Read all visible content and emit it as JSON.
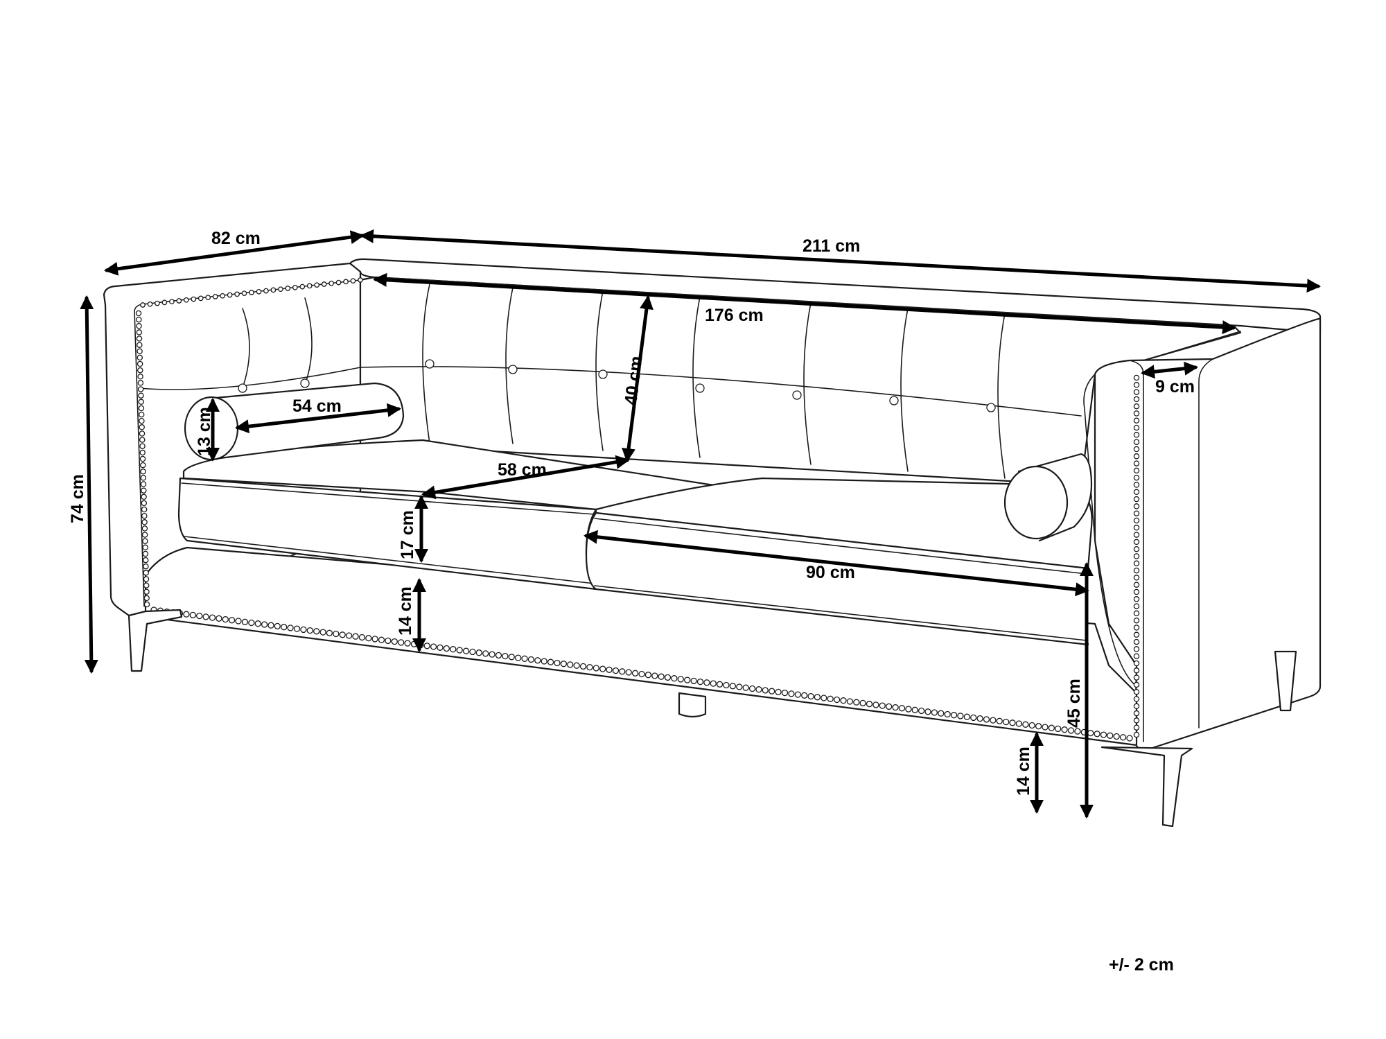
{
  "dimensions": {
    "depth": "82 cm",
    "width": "211 cm",
    "inner_width": "176 cm",
    "arm_width": "9 cm",
    "total_height": "74 cm",
    "bolster_length": "54 cm",
    "bolster_diameter": "13 cm",
    "backrest_height": "40 cm",
    "seat_depth": "58 cm",
    "cushion_height": "17 cm",
    "base_height_front": "14 cm",
    "cushion_width": "90 cm",
    "seat_height": "45 cm",
    "leg_height": "14 cm"
  },
  "tolerance": "+/- 2 cm",
  "colors": {
    "line": "#1a1a1a",
    "dimension": "#000000",
    "background": "#ffffff"
  }
}
